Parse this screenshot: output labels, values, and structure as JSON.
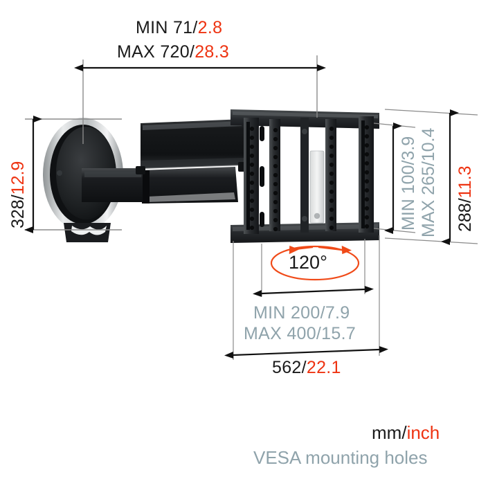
{
  "meta": {
    "kind": "technical-dimension-drawing",
    "subject": "full-motion tv wall mount",
    "units_note": "mm/inch"
  },
  "dimensions": {
    "top_depth": {
      "min_label": "MIN 71",
      "min_sep": "/",
      "min_inch": "2.8",
      "max_label": "MAX 720",
      "max_sep": "/",
      "max_inch": "28.3"
    },
    "left_height": {
      "mm": "328",
      "sep": "/",
      "inch": "12.9"
    },
    "right_vesa_height": {
      "min": "MIN 100/3.9",
      "max": "MAX 265/10.4"
    },
    "right_total_height": {
      "mm": "288",
      "sep": "/",
      "inch": "11.3"
    },
    "bottom_vesa_width": {
      "min": "MIN 200/7.9",
      "max": "MAX 400/15.7"
    },
    "bottom_total_width": {
      "mm": "562",
      "sep": "/",
      "inch": "22.1"
    },
    "swivel": {
      "value": "120",
      "unit": "°"
    }
  },
  "legend": {
    "units_mm": "mm",
    "units_sep": "/",
    "units_inch": "inch",
    "vesa_note": "VESA mounting holes"
  },
  "colors": {
    "black": "#1a1a1a",
    "red": "#ee3311",
    "gray": "#8fa3ab",
    "dim_line": "#111111",
    "ext_line": "#8a8a8a",
    "product_dark": "#2b2e31",
    "product_body": "#1c1f22",
    "product_silver": "#c6c9cb"
  }
}
